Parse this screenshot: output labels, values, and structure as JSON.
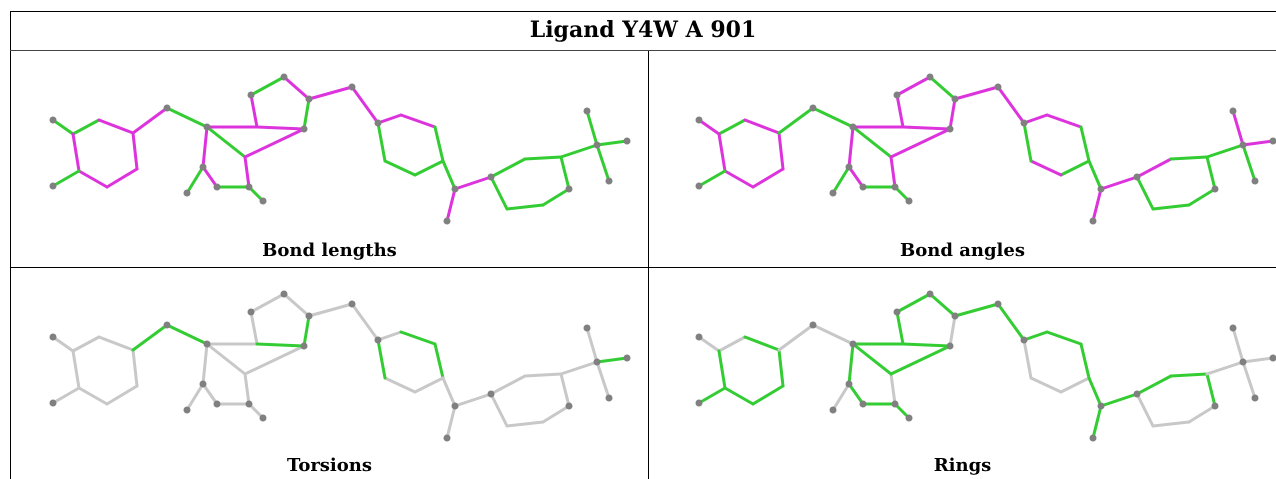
{
  "header": {
    "title": "Ligand Y4W A 901"
  },
  "colors": {
    "green": "#33cc33",
    "magenta": "#dd33dd",
    "gray": "#c8c8c8",
    "atom": "#808080"
  },
  "panels": [
    {
      "caption": "Bond lengths",
      "mode": "lengths"
    },
    {
      "caption": "Bond angles",
      "mode": "angles"
    },
    {
      "caption": "Torsions",
      "mode": "torsions"
    },
    {
      "caption": "Rings",
      "mode": "rings"
    }
  ]
}
